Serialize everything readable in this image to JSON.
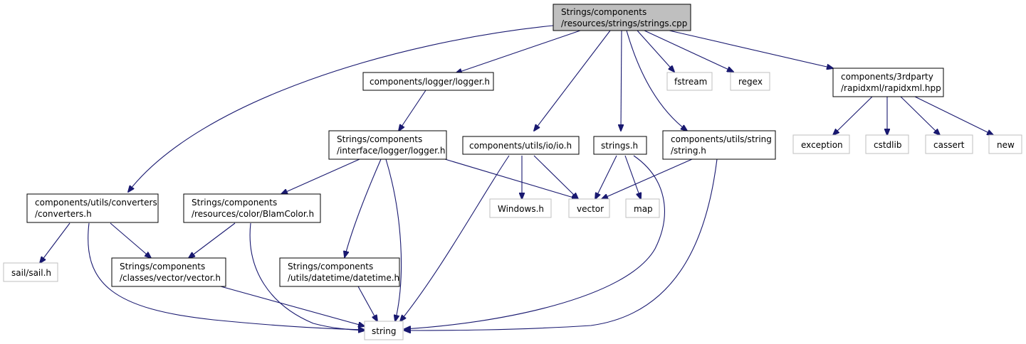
{
  "graph": {
    "colors": {
      "edge": "#191970",
      "node_border": "#000000",
      "external_border": "#bfbfbf",
      "root_fill": "#bfbfbf",
      "node_fill": "#ffffff",
      "text": "#000000"
    },
    "nodes": {
      "root": {
        "lines": [
          "Strings/components",
          "/resources/strings/strings.cpp"
        ]
      },
      "logger_h": {
        "lines": [
          "components/logger/logger.h"
        ]
      },
      "fstream": {
        "lines": [
          "fstream"
        ]
      },
      "regex": {
        "lines": [
          "regex"
        ]
      },
      "rapidxml": {
        "lines": [
          "components/3rdparty",
          "/rapidxml/rapidxml.hpp"
        ]
      },
      "interface_logger": {
        "lines": [
          "Strings/components",
          "/interface/logger/logger.h"
        ]
      },
      "io_h": {
        "lines": [
          "components/utils/io/io.h"
        ]
      },
      "strings_h": {
        "lines": [
          "strings.h"
        ]
      },
      "string_h": {
        "lines": [
          "components/utils/string",
          "/string.h"
        ]
      },
      "exception": {
        "lines": [
          "exception"
        ]
      },
      "cstdlib": {
        "lines": [
          "cstdlib"
        ]
      },
      "cassert": {
        "lines": [
          "cassert"
        ]
      },
      "new": {
        "lines": [
          "new"
        ]
      },
      "converters": {
        "lines": [
          "components/utils/converters",
          "/converters.h"
        ]
      },
      "blamcolor": {
        "lines": [
          "Strings/components",
          "/resources/color/BlamColor.h"
        ]
      },
      "windows_h": {
        "lines": [
          "Windows.h"
        ]
      },
      "vector": {
        "lines": [
          "vector"
        ]
      },
      "map": {
        "lines": [
          "map"
        ]
      },
      "sail": {
        "lines": [
          "sail/sail.h"
        ]
      },
      "vector_h": {
        "lines": [
          "Strings/components",
          "/classes/vector/vector.h"
        ]
      },
      "datetime": {
        "lines": [
          "Strings/components",
          "/utils/datetime/datetime.h"
        ]
      },
      "string": {
        "lines": [
          "string"
        ]
      }
    }
  }
}
